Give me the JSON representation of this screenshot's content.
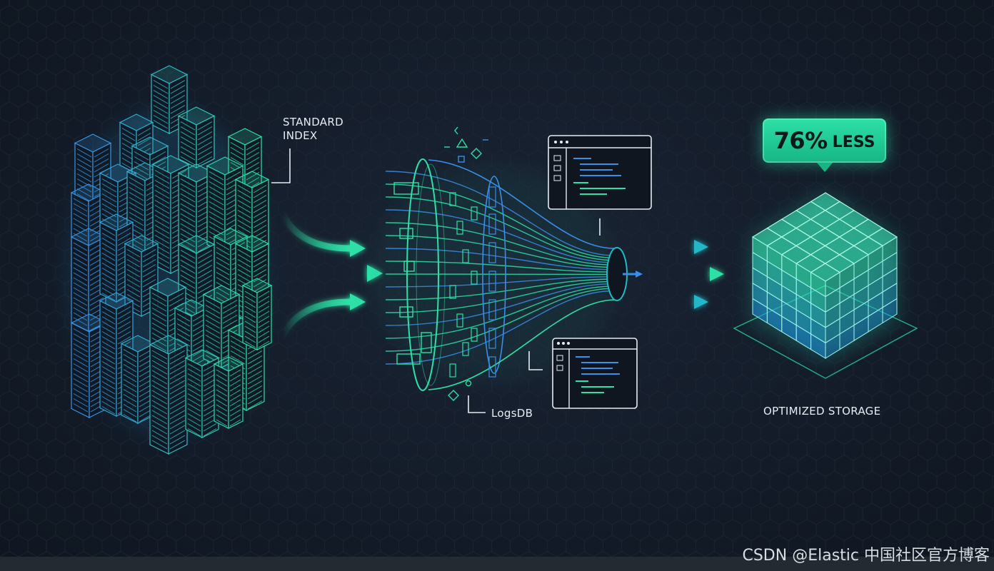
{
  "labels": {
    "standard_index": [
      "STANDARD",
      "INDEX"
    ],
    "logsdb": "LogsDB",
    "optimized_storage": "OPTIMIZED STORAGE"
  },
  "badge": {
    "percent": "76%",
    "text": "LESS"
  },
  "watermark": "CSDN @Elastic 中国社区官方博客",
  "colors": {
    "background": "#131b28",
    "accent_green": "#2de0a6",
    "accent_blue": "#3a8ee8",
    "text": "#e6ecf2"
  }
}
